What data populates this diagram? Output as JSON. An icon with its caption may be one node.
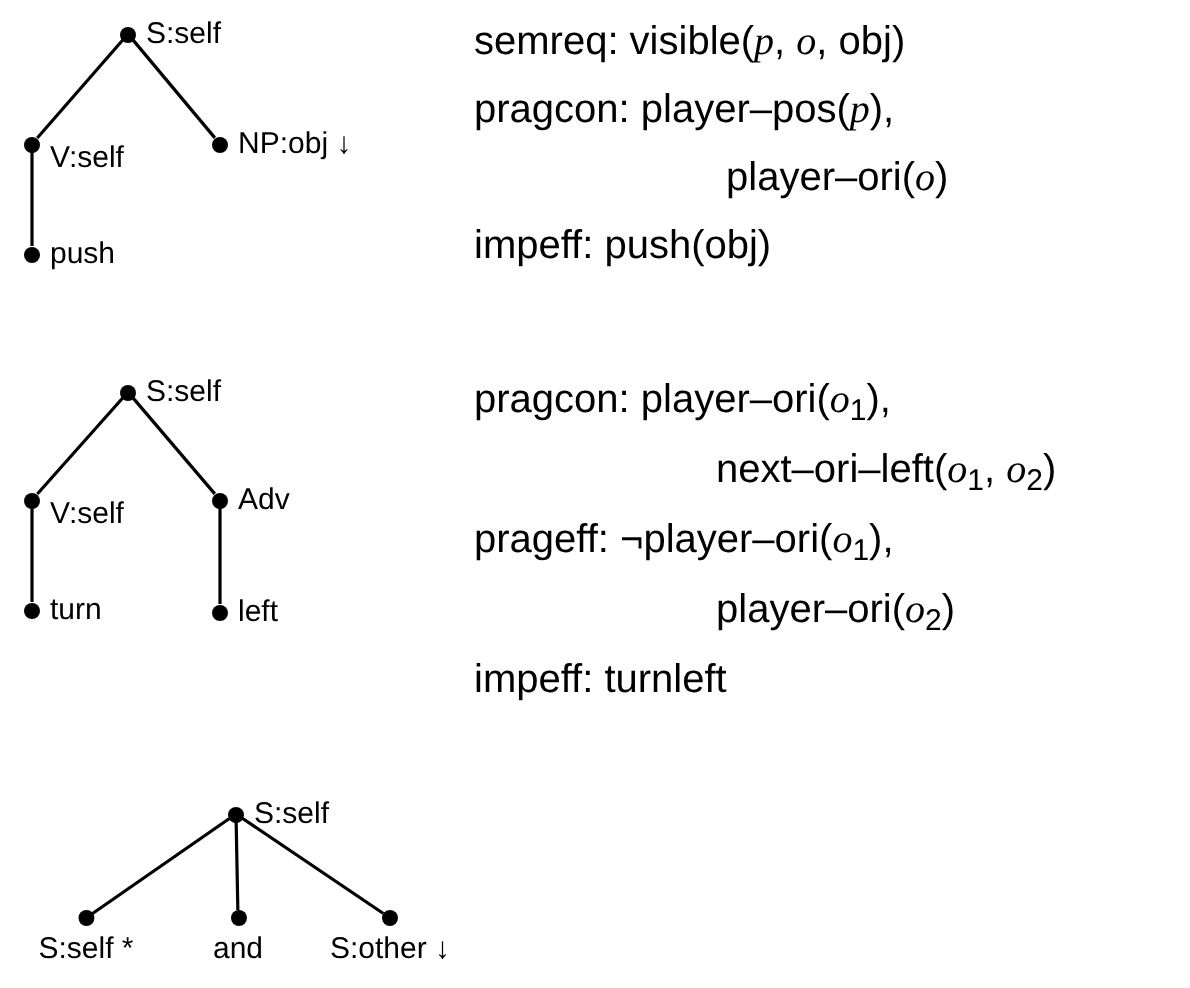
{
  "diagram": {
    "nodes": [
      {
        "text": [
          "S:self"
        ]
      },
      {
        "text": [
          "V:self"
        ]
      },
      {
        "text": [
          "NP:obj ↓"
        ]
      },
      {
        "text": [
          "push"
        ]
      },
      {
        "text": [
          "S:self"
        ]
      },
      {
        "text": [
          "V:self"
        ]
      },
      {
        "text": [
          "Adv"
        ]
      },
      {
        "text": [
          "turn"
        ]
      },
      {
        "text": [
          "left"
        ]
      },
      {
        "text": [
          "S:self"
        ]
      },
      {
        "text": [
          "S:self *"
        ]
      },
      {
        "text": [
          "and"
        ]
      },
      {
        "text": [
          "S:other ↓"
        ]
      }
    ],
    "edges": [
      {
        "from": 0,
        "to": 1,
        "arrow": "none"
      },
      {
        "from": 0,
        "to": 2,
        "arrow": "none"
      },
      {
        "from": 1,
        "to": 3,
        "arrow": "none"
      },
      {
        "from": 4,
        "to": 5,
        "arrow": "none"
      },
      {
        "from": 4,
        "to": 6,
        "arrow": "none"
      },
      {
        "from": 5,
        "to": 7,
        "arrow": "none"
      },
      {
        "from": 6,
        "to": 8,
        "arrow": "none"
      },
      {
        "from": 9,
        "to": 10,
        "arrow": "none"
      },
      {
        "from": 9,
        "to": 11,
        "arrow": "none"
      },
      {
        "from": 9,
        "to": 12,
        "arrow": "none"
      }
    ],
    "labels": [
      "semreq: visible(*p*, *o*, obj)",
      "pragcon: player–pos(*p*),",
      "player–ori(*o*)",
      "impeff: push(obj)",
      "pragcon: player–ori(*o*$_{1}$),",
      "next–ori–left(*o*$_{1}$, *o*$_{2}$)",
      "prageff: ¬player–ori(*o*$_{1}$),",
      "player–ori(*o*$_{2}$)",
      "impeff: turnleft"
    ]
  }
}
